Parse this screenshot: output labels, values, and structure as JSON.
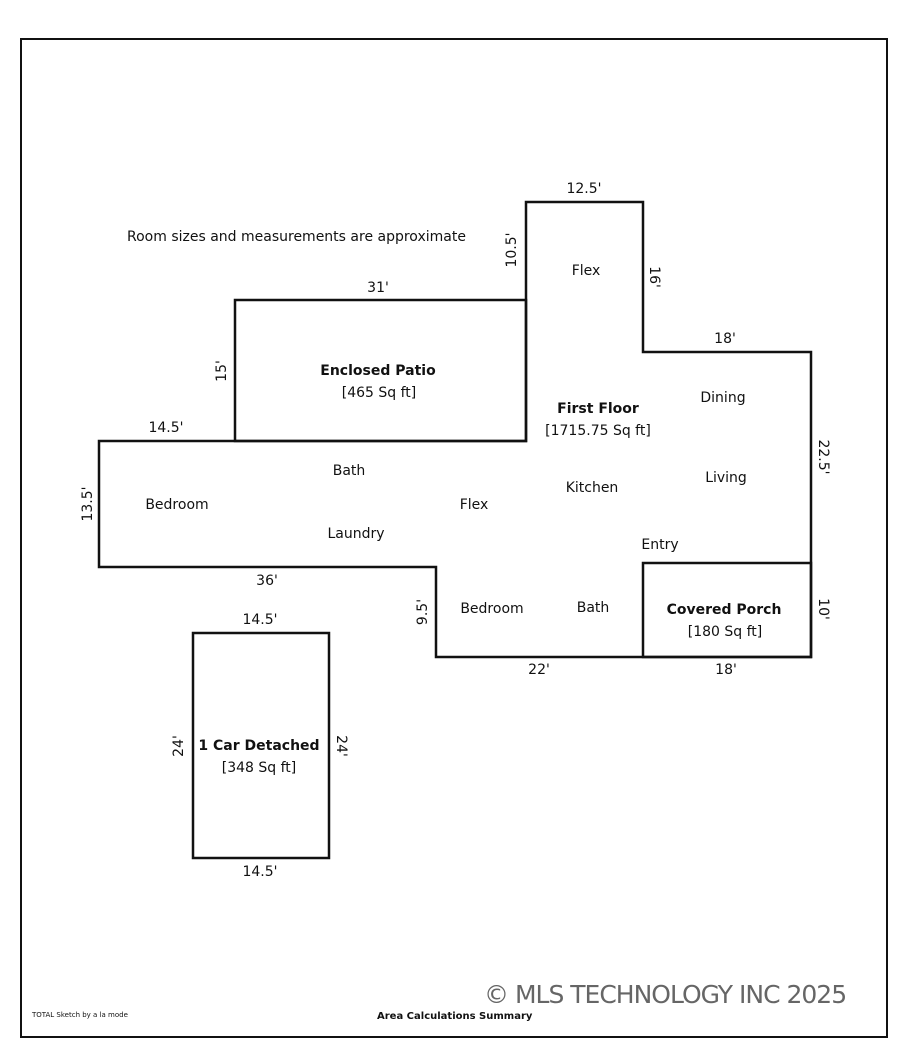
{
  "note": "Room sizes and measurements are approximate",
  "areas": {
    "enclosed_patio": {
      "name": "Enclosed Patio",
      "size": "[465 Sq ft]"
    },
    "first_floor": {
      "name": "First Floor",
      "size": "[1715.75 Sq ft]"
    },
    "covered_porch": {
      "name": "Covered Porch",
      "size": "[180 Sq ft]"
    },
    "garage": {
      "name": "1 Car Detached",
      "size": "[348 Sq ft]"
    }
  },
  "rooms": {
    "flex_top": "Flex",
    "dining": "Dining",
    "living": "Living",
    "kitchen": "Kitchen",
    "bath_upper": "Bath",
    "bedroom_left": "Bedroom",
    "laundry": "Laundry",
    "flex_center": "Flex",
    "entry": "Entry",
    "bedroom_lower": "Bedroom",
    "bath_lower": "Bath"
  },
  "dimensions": {
    "flex_top_width": "12.5'",
    "flex_left_height": "10.5'",
    "flex_right_height": "16'",
    "patio_width": "31'",
    "patio_height": "15'",
    "dining_width": "18'",
    "right_height": "22.5'",
    "left_wing_width": "14.5'",
    "left_wing_height": "13.5'",
    "bottom_left_width": "36'",
    "bedroom_height": "9.5'",
    "bottom_width": "22'",
    "porch_height": "10'",
    "porch_width": "18'",
    "garage_top_width": "14.5'",
    "garage_left_height": "24'",
    "garage_right_height": "24'",
    "garage_bottom_width": "14.5'"
  },
  "footer": {
    "credit": "TOTAL Sketch by a la mode",
    "summary": "Area Calculations Summary"
  },
  "watermark": "© MLS TECHNOLOGY INC 2025"
}
